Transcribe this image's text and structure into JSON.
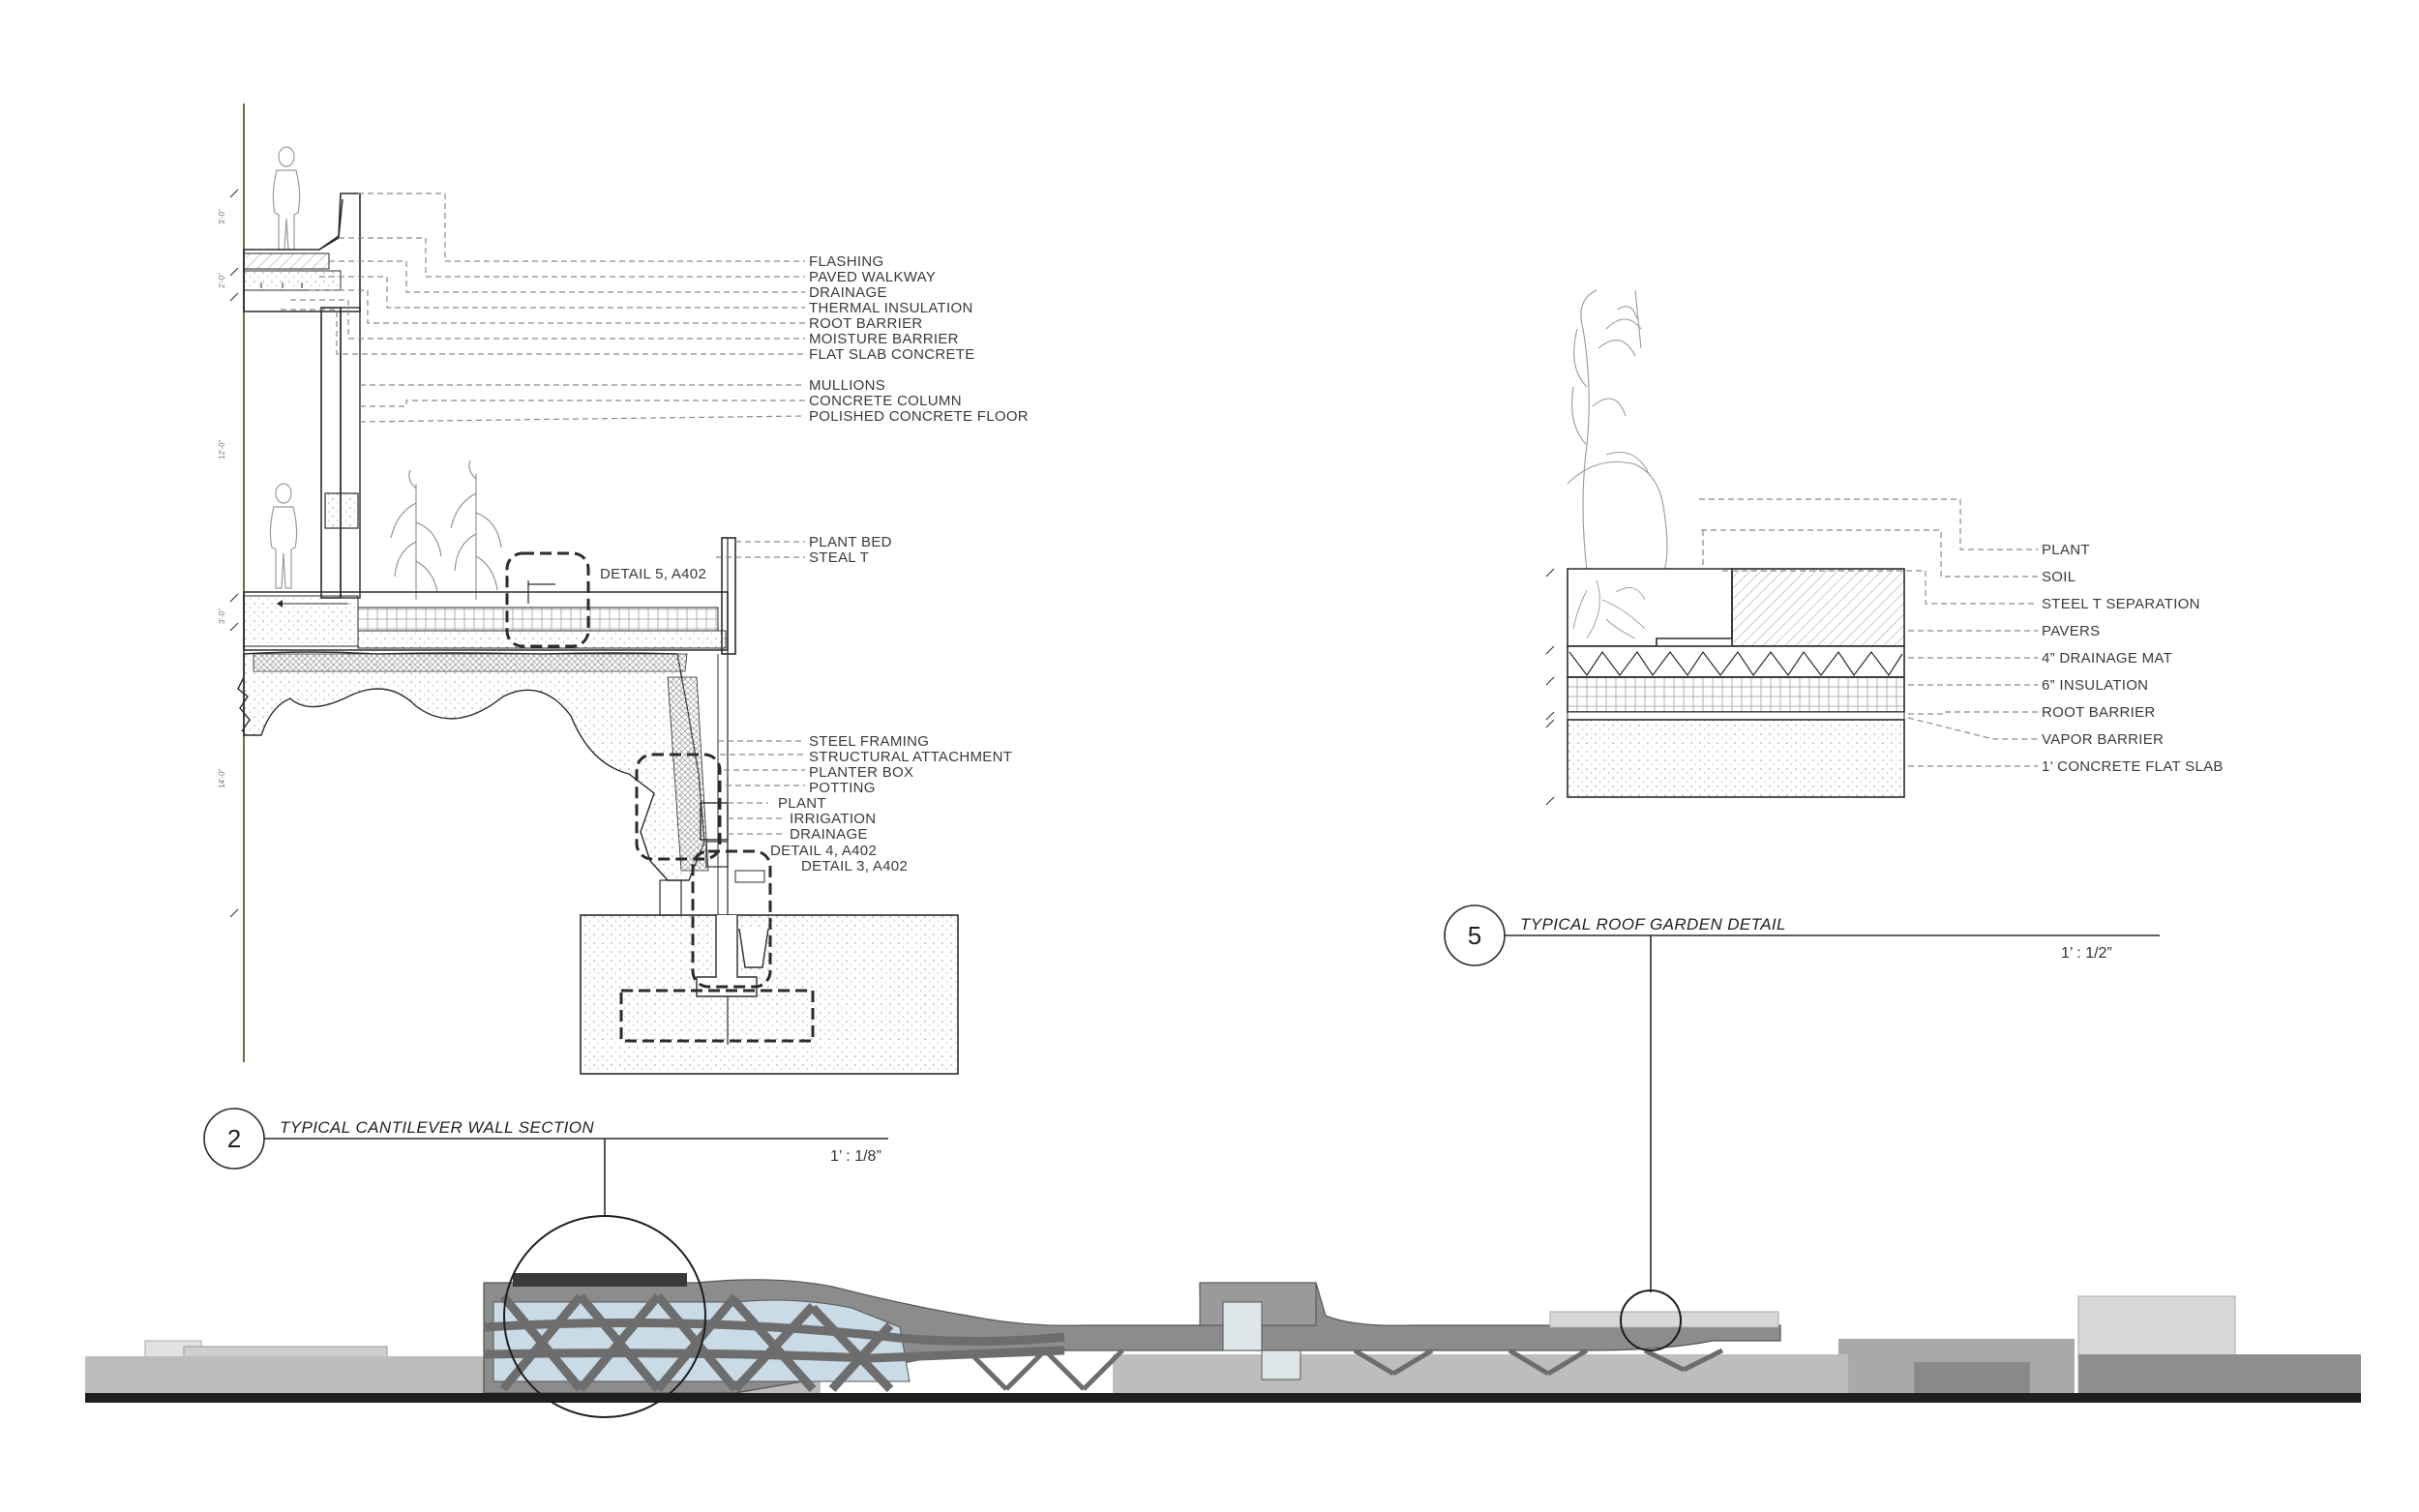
{
  "section_detail": {
    "labels": [
      "FLASHING",
      "PAVED WALKWAY",
      "DRAINAGE",
      "THERMAL INSULATION",
      "ROOT BARRIER",
      "MOISTURE BARRIER",
      "FLAT SLAB CONCRETE",
      "MULLIONS",
      "CONCRETE COLUMN",
      "POLISHED CONCRETE FLOOR",
      "PLANT BED",
      "STEAL T",
      "STEEL FRAMING",
      "STRUCTURAL ATTACHMENT",
      "PLANTER BOX",
      "POTTING",
      "PLANT",
      "IRRIGATION",
      "DRAINAGE",
      "DETAIL 4, A402",
      "DETAIL 3, A402"
    ],
    "detail_callout": "DETAIL 5, A402",
    "title_number": "2",
    "title": "TYPICAL CANTILEVER WALL SECTION",
    "scale": "1’ : 1/8”"
  },
  "roof_detail": {
    "labels": [
      "PLANT",
      "SOIL",
      "STEEL T SEPARATION",
      "PAVERS",
      "4” DRAINAGE MAT",
      "6” INSULATION",
      "ROOT BARRIER",
      "VAPOR BARRIER",
      "1’ CONCRETE FLAT SLAB"
    ],
    "title_number": "5",
    "title": "TYPICAL ROOF GARDEN DETAIL",
    "scale": "1’ : 1/2”"
  },
  "colors": {
    "ink": "#2b2b2b",
    "leader": "#8a8a8a",
    "ground": "#1e1e1e",
    "concrete": "#8c8c8c",
    "glass": "#c9dbe6"
  }
}
